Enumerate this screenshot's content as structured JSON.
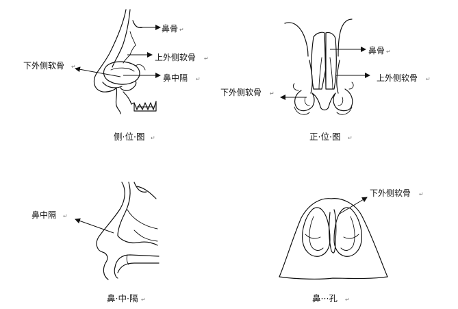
{
  "panels": {
    "lateral": {
      "caption": "侧·位·图",
      "labels": {
        "nasal_bone": "鼻骨",
        "upper_lateral_cartilage": "上外侧软骨",
        "lower_lateral_cartilage": "下外侧软骨",
        "septum": "鼻中隔"
      }
    },
    "frontal": {
      "caption": "正·位·图",
      "labels": {
        "nasal_bone": "鼻骨",
        "upper_lateral_cartilage": "上外侧软骨",
        "lower_lateral_cartilage": "下外侧软骨"
      }
    },
    "septum_view": {
      "caption": "鼻·中·隔",
      "labels": {
        "septum": "鼻中隔"
      }
    },
    "nostril_view": {
      "caption": "鼻···孔",
      "labels": {
        "lower_lateral_cartilage": "下外侧软骨"
      }
    }
  },
  "paragraph_mark": "↵"
}
